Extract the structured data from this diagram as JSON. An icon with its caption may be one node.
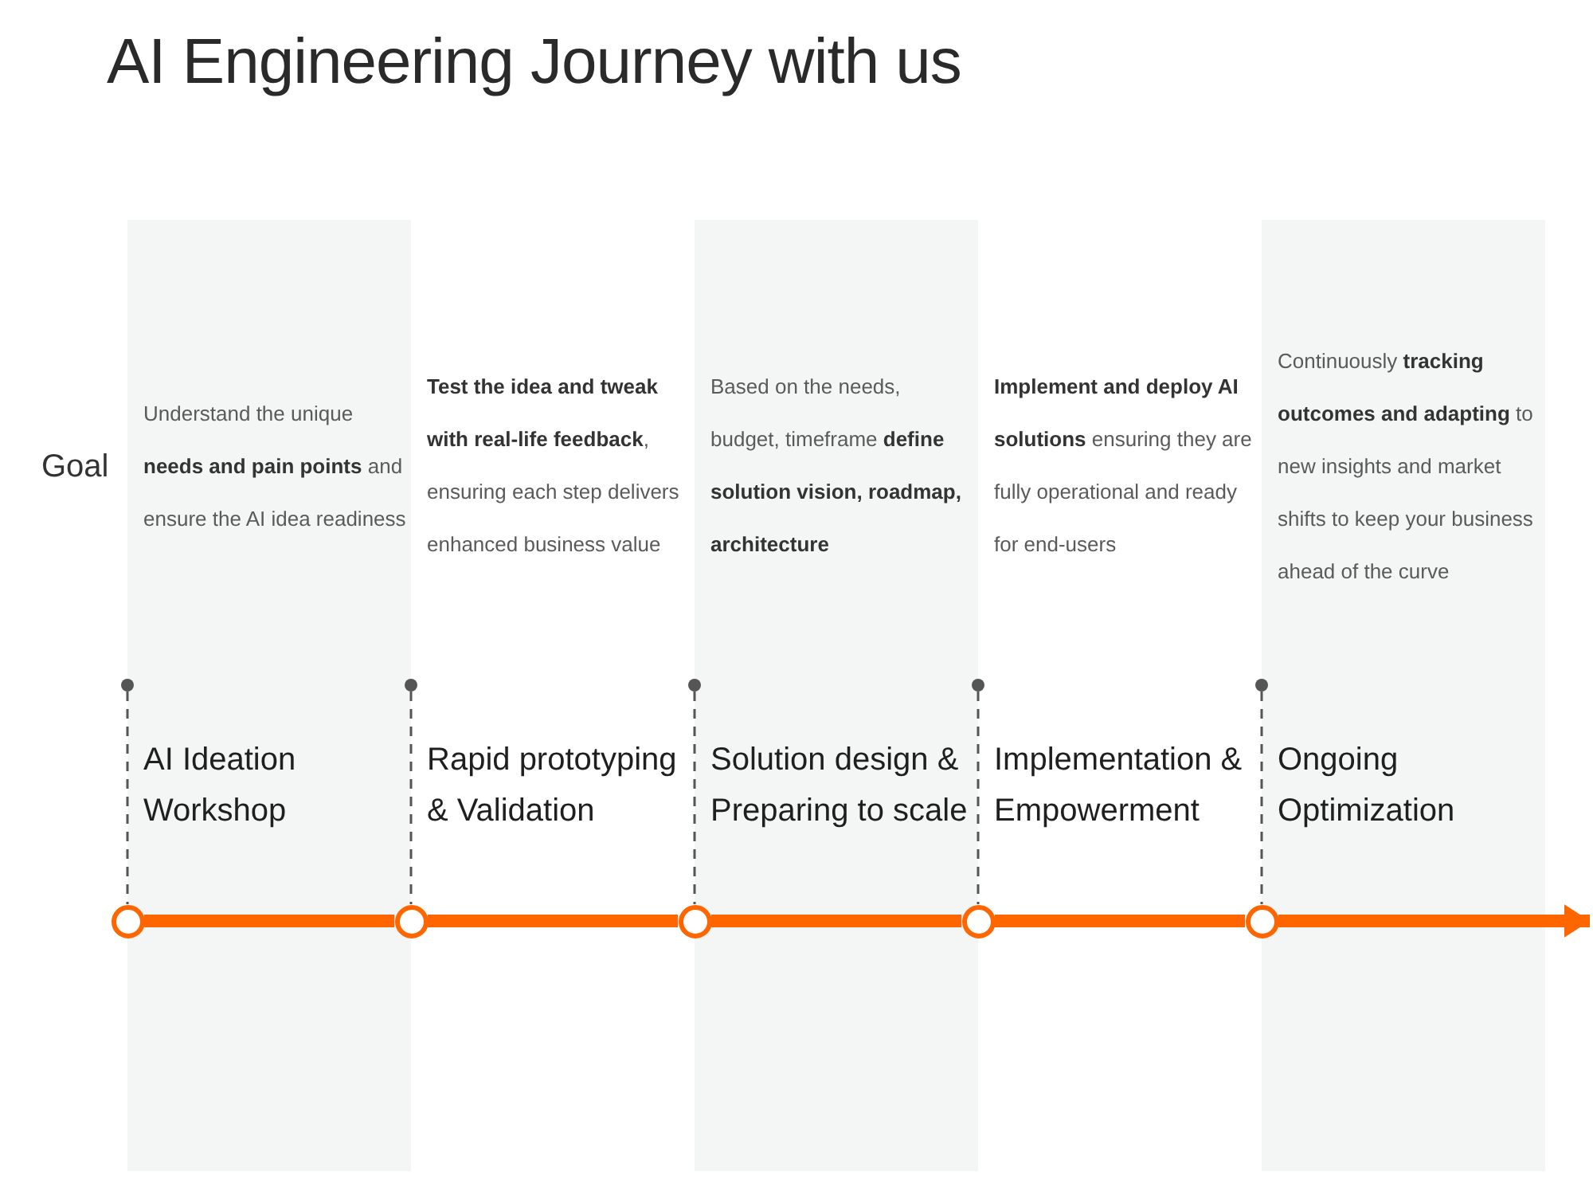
{
  "diagram": {
    "title": "AI Engineering Journey with us",
    "nodes": [
      {
        "text": [
          "Understand the unique **needs and pain points** and ensure the AI idea readiness",
          "AI Ideation Workshop"
        ]
      },
      {
        "text": [
          "**Test the idea and tweak with real-life feedback**, ensuring each step delivers enhanced business value",
          "Rapid prototyping & Validation"
        ]
      },
      {
        "text": [
          "Based on the needs, budget, timeframe **define solution vision, roadmap, architecture**",
          "Solution design & Preparing to scale"
        ]
      },
      {
        "text": [
          "**Implement and deploy AI solutions** ensuring they are fully operational and ready for end-users",
          "Implementation & Empowerment"
        ]
      },
      {
        "text": [
          "Continuously **tracking outcomes and adapting** to new insights and market shifts to keep your business ahead of the curve",
          "Ongoing Optimization"
        ]
      },
      {
        "text": [],
        "shape": "circle"
      },
      {
        "text": [],
        "shape": "circle"
      },
      {
        "text": [],
        "shape": "circle"
      },
      {
        "text": [],
        "shape": "circle"
      },
      {
        "text": [],
        "shape": "circle"
      },
      {
        "text": [],
        "shape": "circle"
      },
      {
        "text": [],
        "shape": "circle"
      },
      {
        "text": [],
        "shape": "circle"
      },
      {
        "text": [],
        "shape": "circle"
      },
      {
        "text": [],
        "shape": "circle"
      }
    ],
    "edges": [
      {
        "from": 10,
        "to": 11,
        "arrow": "none",
        "style": "thick"
      },
      {
        "from": 11,
        "to": 12,
        "arrow": "none",
        "style": "thick"
      },
      {
        "from": 12,
        "to": 13,
        "arrow": "none",
        "style": "thick"
      },
      {
        "from": 13,
        "to": 14,
        "arrow": "none",
        "style": "thick"
      },
      {
        "from": 14,
        "to": null,
        "arrow": "to",
        "style": "thick"
      },
      {
        "from": 5,
        "to": 10,
        "arrow": "none",
        "style": "dashed",
        "color": "#555555"
      },
      {
        "from": 6,
        "to": 11,
        "arrow": "none",
        "style": "dashed",
        "color": "#555555"
      },
      {
        "from": 7,
        "to": 12,
        "arrow": "none",
        "style": "dashed",
        "color": "#555555"
      },
      {
        "from": 8,
        "to": 13,
        "arrow": "none",
        "style": "dashed",
        "color": "#555555"
      },
      {
        "from": 9,
        "to": 14,
        "arrow": "none",
        "style": "dashed",
        "color": "#555555"
      }
    ],
    "labels": [
      "Goal"
    ]
  }
}
